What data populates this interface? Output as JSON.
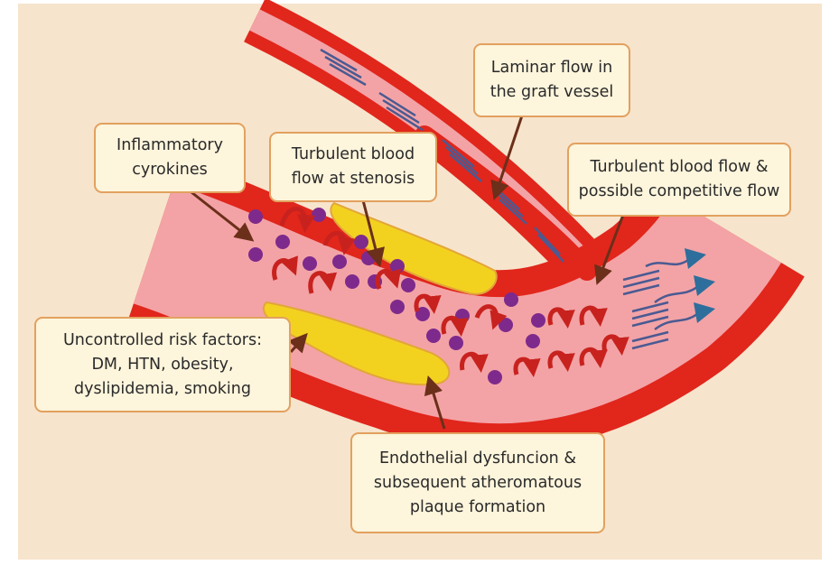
{
  "labels": {
    "laminar": "Laminar flow in\nthe graft vessel",
    "inflammatory": "Inflammatory\ncyrokines",
    "turbulent_stenosis": "Turbulent blood\nflow at stenosis",
    "turbulent_competitive": "Turbulent blood flow &\npossible competitive flow",
    "risk_factors": "Uncontrolled risk factors:\nDM, HTN, obesity,\ndyslipidemia, smoking",
    "endothelial": "Endothelial dysfuncion &\nsubsequent atheromatous\nplaque formation"
  },
  "colors": {
    "background": "#f7e4cc",
    "vessel_wall": "#e1261c",
    "vessel_lumen": "#f3a3a6",
    "plaque": "#f3d21f",
    "cytokine": "#7e2a8c",
    "turbulence_arrow": "#c8221e",
    "laminar_line": "#4a5a92",
    "outflow_arrow": "#2e6e9c",
    "pointer": "#6b2f1a"
  }
}
